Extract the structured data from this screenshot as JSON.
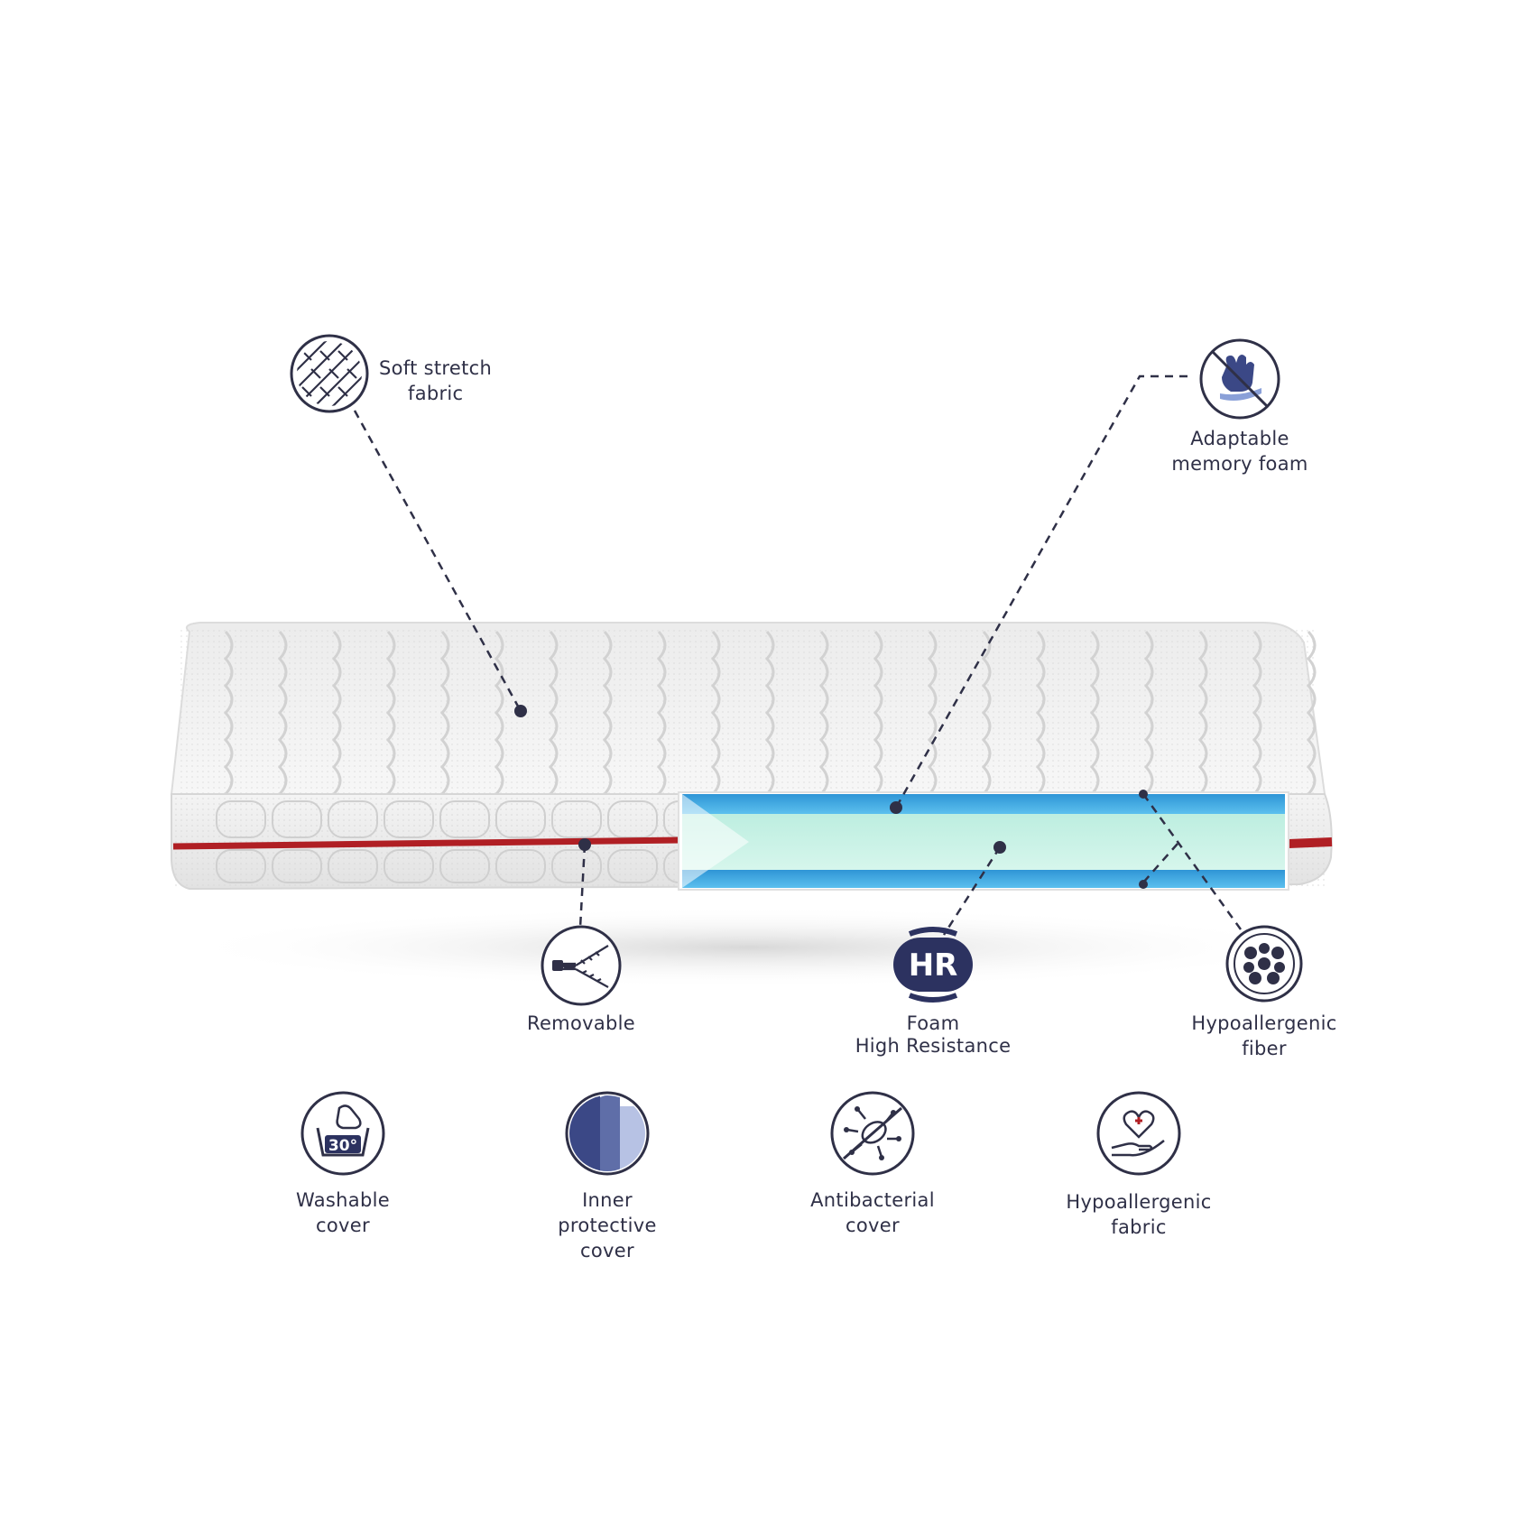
{
  "features": {
    "soft_stretch": {
      "line1": "Soft stretch",
      "line2": "fabric",
      "icon": "fabric-weave-icon"
    },
    "memory_foam": {
      "line1": "Adaptable",
      "line2": "memory foam",
      "icon": "hand-press-icon"
    },
    "removable": {
      "line1": "Removable",
      "icon": "zipper-icon"
    },
    "hr_foam": {
      "line1": "Foam",
      "line2": "High Resistance",
      "badge": "HR",
      "icon": "hr-badge-icon"
    },
    "hypo_fiber": {
      "line1": "Hypoallergenic",
      "line2": "fiber",
      "icon": "fiber-dots-icon"
    }
  },
  "benefits": [
    {
      "line1": "Washable",
      "line2": "cover",
      "badge": "30°",
      "icon": "wash-30-icon"
    },
    {
      "line1": "Inner",
      "line2": "protective",
      "line3": "cover",
      "icon": "protective-layer-icon"
    },
    {
      "line1": "Antibacterial",
      "line2": "cover",
      "icon": "no-bacteria-icon"
    },
    {
      "line1": "Hypoallergenic",
      "line2": "fabric",
      "icon": "heart-hand-icon"
    }
  ],
  "colors": {
    "ink": "#2f3047",
    "zipper": "#b01f24",
    "memory_layer": "#3aa6e0",
    "core_foam": "#c9f0e4"
  }
}
